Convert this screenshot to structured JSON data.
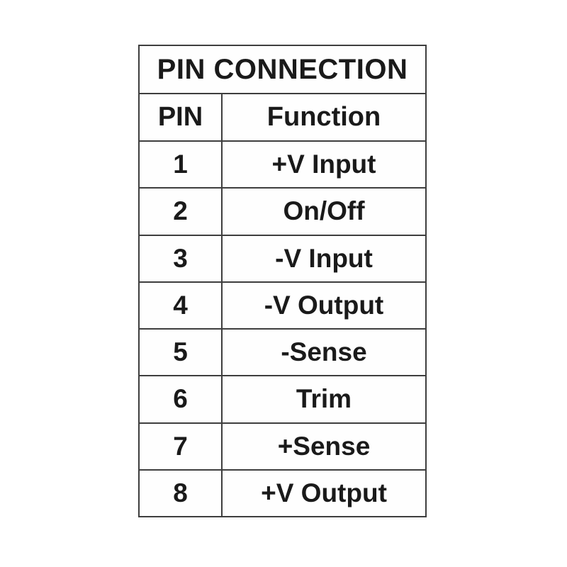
{
  "table": {
    "title": "PIN CONNECTION",
    "columns": [
      "PIN",
      "Function"
    ],
    "rows": [
      {
        "pin": "1",
        "function": "+V Input"
      },
      {
        "pin": "2",
        "function": "On/Off"
      },
      {
        "pin": "3",
        "function": "-V Input"
      },
      {
        "pin": "4",
        "function": "-V Output"
      },
      {
        "pin": "5",
        "function": "-Sense"
      },
      {
        "pin": "6",
        "function": "Trim"
      },
      {
        "pin": "7",
        "function": "+Sense"
      },
      {
        "pin": "8",
        "function": "+V Output"
      }
    ],
    "colors": {
      "border": "#3e3e3e",
      "text": "#1a1a1a",
      "background": "#ffffff"
    }
  }
}
